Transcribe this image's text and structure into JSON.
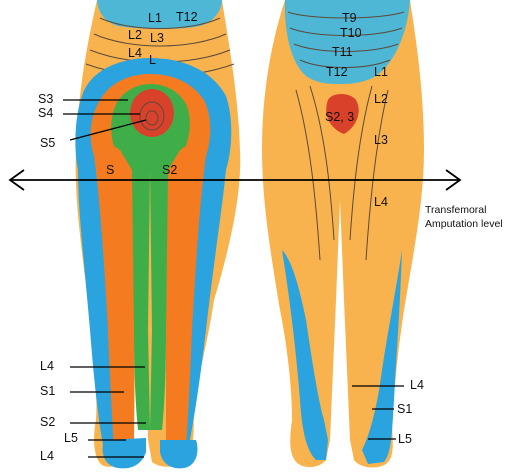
{
  "colors": {
    "thoracic": "#4fb7d6",
    "lumbar": "#f8b34e",
    "sacral_orange": "#f47b20",
    "sacral_green": "#3fae49",
    "lumbar_blue": "#2aa3de",
    "coccyx_red": "#d9412b",
    "outline": "#5b4a3a",
    "arrow": "#000000"
  },
  "icons": {
    "amputation_arrow": "double-headed-arrow"
  },
  "caption": {
    "line1": "Transfemoral",
    "line2": "Amputation level"
  },
  "posterior": {
    "labels": {
      "L1": "L1",
      "T12": "T12",
      "L2": "L2",
      "L3": "L3",
      "L4": "L4",
      "L": "L",
      "S3": "S3",
      "S4": "S4",
      "S5": "S5",
      "S": "S",
      "S2": "S2"
    },
    "foot_callouts": {
      "L4_upper": "L4",
      "S1": "S1",
      "S2": "S2",
      "L5": "L5",
      "L4_lower": "L4"
    }
  },
  "anterior": {
    "labels": {
      "T9": "T9",
      "T10": "T10",
      "T11": "T11",
      "T12": "T12",
      "L1": "L1",
      "L2": "L2",
      "L3": "L3",
      "L4": "L4",
      "S23": "S2, 3"
    },
    "foot_callouts": {
      "L4": "L4",
      "S1": "S1",
      "L5": "L5"
    }
  }
}
